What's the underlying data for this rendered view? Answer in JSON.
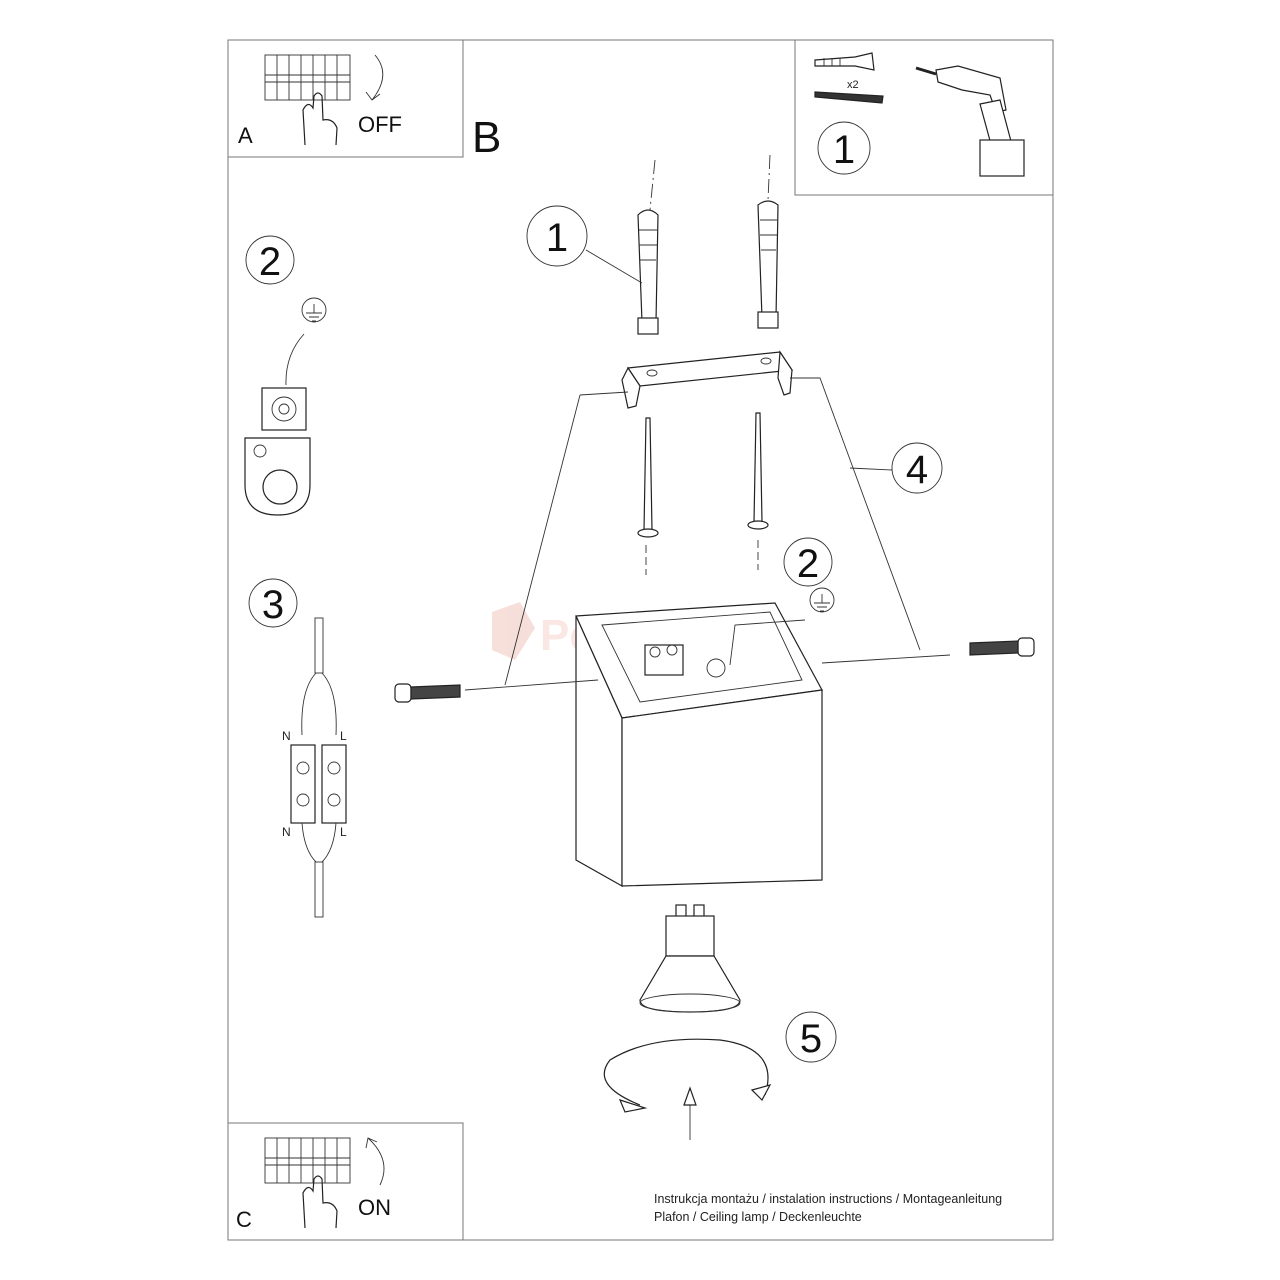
{
  "panels": {
    "a": {
      "letter": "A",
      "action": "OFF"
    },
    "b": {
      "letter": "B"
    },
    "c": {
      "letter": "C",
      "action": "ON"
    },
    "tools": {
      "quantity": "x2",
      "step": "1"
    }
  },
  "steps": {
    "left_ground": "2",
    "left_connect": "3",
    "anchors": "1",
    "body": "4",
    "ground": "2",
    "bulb": "5"
  },
  "wiring": {
    "top_n": "N",
    "top_l": "L",
    "bottom_n": "N",
    "bottom_l": "L"
  },
  "watermark": "Perfekt market",
  "footer": {
    "line1": "Instrukcja montażu / instalation instructions / Montageanleitung",
    "line2": "Plafon / Ceiling lamp / Deckenleuchte"
  }
}
